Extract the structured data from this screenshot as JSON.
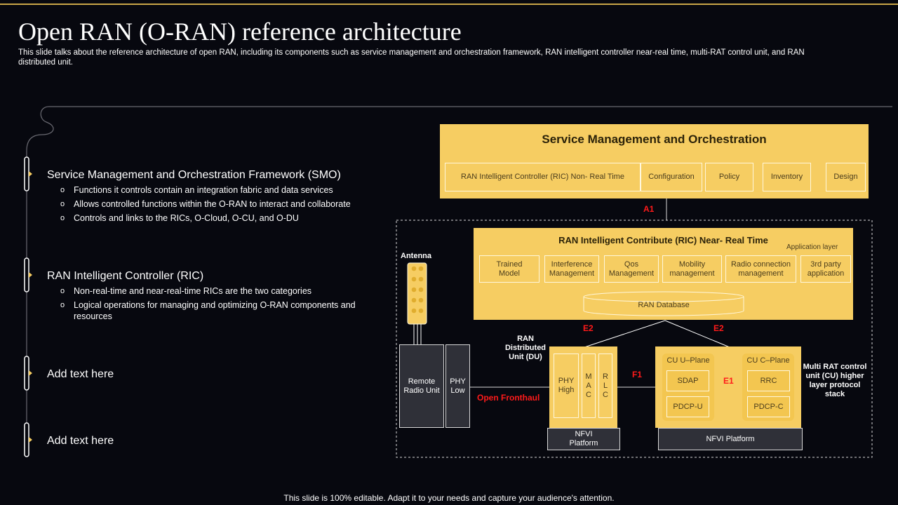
{
  "header": {
    "title": "Open RAN (O-RAN) reference architecture",
    "subtitle": "This slide talks about the reference architecture of open RAN, including its components such as service management and orchestration framework, RAN intelligent controller near-real time, multi-RAT control unit, and RAN distributed unit."
  },
  "left": {
    "sections": [
      {
        "title": "Service Management and Orchestration Framework (SMO)",
        "bullets": [
          "Functions it controls contain an integration fabric and data services",
          "Allows controlled functions within the O-RAN to interact and collaborate",
          "Controls and links to the RICs, O-Cloud, O-CU, and O-DU"
        ]
      },
      {
        "title": "RAN Intelligent  Controller (RIC)",
        "bullets": [
          "Non-real-time  and near-real-time  RICs are the two categories",
          "Logical operations for managing and optimizing O-RAN components and resources"
        ]
      },
      {
        "title": "Add text here",
        "bullets": []
      },
      {
        "title": "Add text here",
        "bullets": []
      }
    ],
    "bullet_marker": "o"
  },
  "diagram": {
    "smo": {
      "title": "Service Management and Orchestration",
      "items": [
        "RAN Intelligent  Controller (RIC) Non- Real Time",
        "Configuration",
        "Policy",
        "Inventory",
        "Design"
      ]
    },
    "a1": "A1",
    "ric": {
      "title": "RAN  Intelligent Contribute (RIC) Near- Real Time",
      "app_layer": "Application layer",
      "apps": [
        [
          "Trained",
          "Model"
        ],
        [
          "Interference",
          "Management"
        ],
        [
          "Qos",
          "Management"
        ],
        [
          "Mobility",
          "management"
        ],
        [
          "Radio connection",
          "management"
        ],
        [
          "3rd party",
          "application"
        ]
      ],
      "database": "RAN Database"
    },
    "antenna": "Antenna",
    "radio_unit": [
      "Remote",
      "Radio Unit"
    ],
    "phy_low": [
      "PHY",
      "Low"
    ],
    "open_fronthaul": "Open Fronthaul",
    "du_label": [
      "RAN",
      "Distributed",
      "Unit (DU)"
    ],
    "du_blocks": {
      "phy_high": [
        "PHY",
        "High"
      ],
      "mac": [
        "M",
        "A",
        "C"
      ],
      "rlc": [
        "R",
        "L",
        "C"
      ]
    },
    "nfvi_du": [
      "NFVI",
      "Platform"
    ],
    "e2_left": "E2",
    "e2_right": "E2",
    "f1": "F1",
    "e1": "E1",
    "cu": {
      "u_plane": "CU U–Plane",
      "c_plane": "CU C–Plane",
      "sdap": "SDAP",
      "pdcp_u": "PDCP-U",
      "rrc": "RRC",
      "pdcp_c": "PDCP-C"
    },
    "nfvi_cu": "NFVI Platform",
    "cu_label": [
      "Multi RAT control",
      "unit (CU) higher",
      "layer protocol",
      "stack"
    ]
  },
  "footer": "This slide is 100% editable. Adapt it to your needs and capture your audience's attention.",
  "colors": {
    "accent": "#f6cd62",
    "background": "#07080f",
    "red": "#ff1a1a"
  }
}
